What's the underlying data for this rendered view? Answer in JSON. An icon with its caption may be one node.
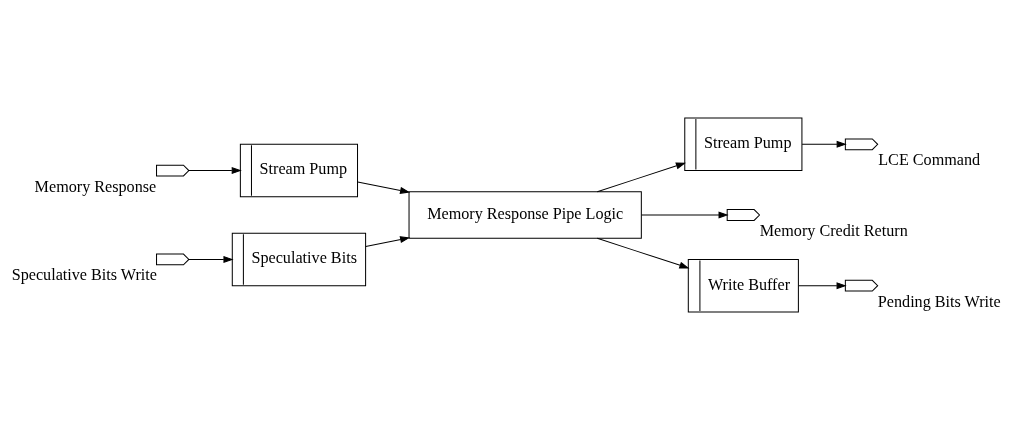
{
  "diagram": {
    "nodes": [
      {
        "text": [],
        "shape": "pentagon",
        "beside": [
          "Memory Response"
        ]
      },
      {
        "text": [
          "Stream Pump"
        ]
      },
      {
        "text": [
          "Stream Pump"
        ]
      },
      {
        "text": [],
        "shape": "pentagon",
        "beside": [
          "LCE Command"
        ]
      },
      {
        "text": [
          "Memory Response Pipe Logic"
        ]
      },
      {
        "text": [],
        "shape": "pentagon",
        "beside": [
          "Memory Credit Return"
        ]
      },
      {
        "text": [
          "Write Buffer"
        ]
      },
      {
        "text": [],
        "shape": "pentagon",
        "beside": [
          "Pending Bits Write"
        ]
      },
      {
        "text": [],
        "shape": "pentagon",
        "beside": [
          "Speculative Bits Write"
        ]
      },
      {
        "text": [
          "Speculative Bits"
        ]
      }
    ],
    "edges": [
      {
        "from": 0,
        "to": 1,
        "arrow": "to"
      },
      {
        "from": 1,
        "to": 4,
        "arrow": "to"
      },
      {
        "from": 8,
        "to": 9,
        "arrow": "to"
      },
      {
        "from": 9,
        "to": 4,
        "arrow": "to"
      },
      {
        "from": 4,
        "to": 2,
        "arrow": "to"
      },
      {
        "from": 4,
        "to": 5,
        "arrow": "to"
      },
      {
        "from": 4,
        "to": 6,
        "arrow": "to"
      },
      {
        "from": 2,
        "to": 3,
        "arrow": "to"
      },
      {
        "from": 6,
        "to": 7,
        "arrow": "to"
      }
    ]
  }
}
